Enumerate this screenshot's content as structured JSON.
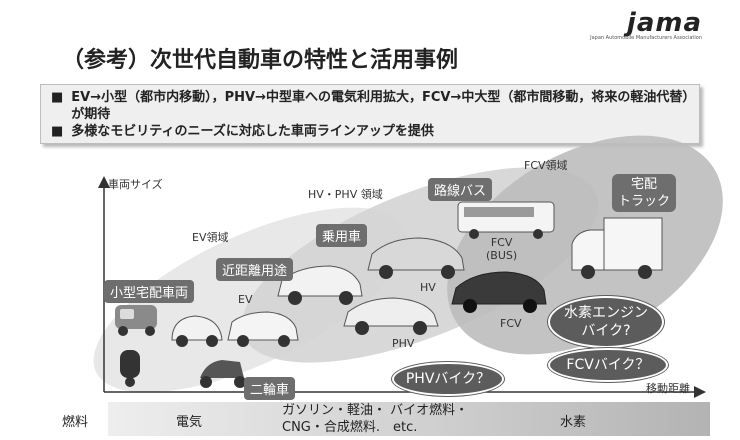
{
  "logo": {
    "mark": "jama",
    "sub": "Japan Automobile Manufacturers Association"
  },
  "title": "（参考）次世代自動車の特性と活用事例",
  "bullets": [
    "EV→小型（都市内移動），PHV→中型車への電気利用拡大，FCV→中大型（都市間移動，将来の軽油代替）が期待",
    "多様なモビリティのニーズに対応した車両ラインアップを提供"
  ],
  "bullet_marker": "■",
  "axis": {
    "y_label": "車両サイズ",
    "x_label": "移動距離"
  },
  "regions": {
    "ev": "EV領域",
    "hv_phv": "HV・PHV 領域",
    "fcv": "FCV領域"
  },
  "categories": {
    "small_delivery": "小型宅配車両",
    "short_distance": "近距離用途",
    "passenger": "乗用車",
    "route_bus": "路線バス",
    "delivery_truck": "宅配\nトラック",
    "two_wheeler": "二輪車"
  },
  "vehicle_labels": {
    "ev": "EV",
    "hv": "HV",
    "phv": "PHV",
    "fcv_bus": "FCV\n(BUS)",
    "fcv": "FCV"
  },
  "bubbles": {
    "hydrogen_bike": "水素エンジン\nバイク?",
    "fcv_bike": "FCVバイク？",
    "phv_bike": "PHVバイク？"
  },
  "fuel": {
    "label": "燃料",
    "electric": "電気",
    "liquid": "ガソリン・軽油・ バイオ燃料・\nCNG・合成燃料.　etc.",
    "hydrogen": "水素"
  },
  "colors": {
    "tag": "#6e6e6e",
    "region_light": "#e6e6e6",
    "region_mid": "#cfcfcf",
    "region_dark": "#b9b9b9"
  }
}
